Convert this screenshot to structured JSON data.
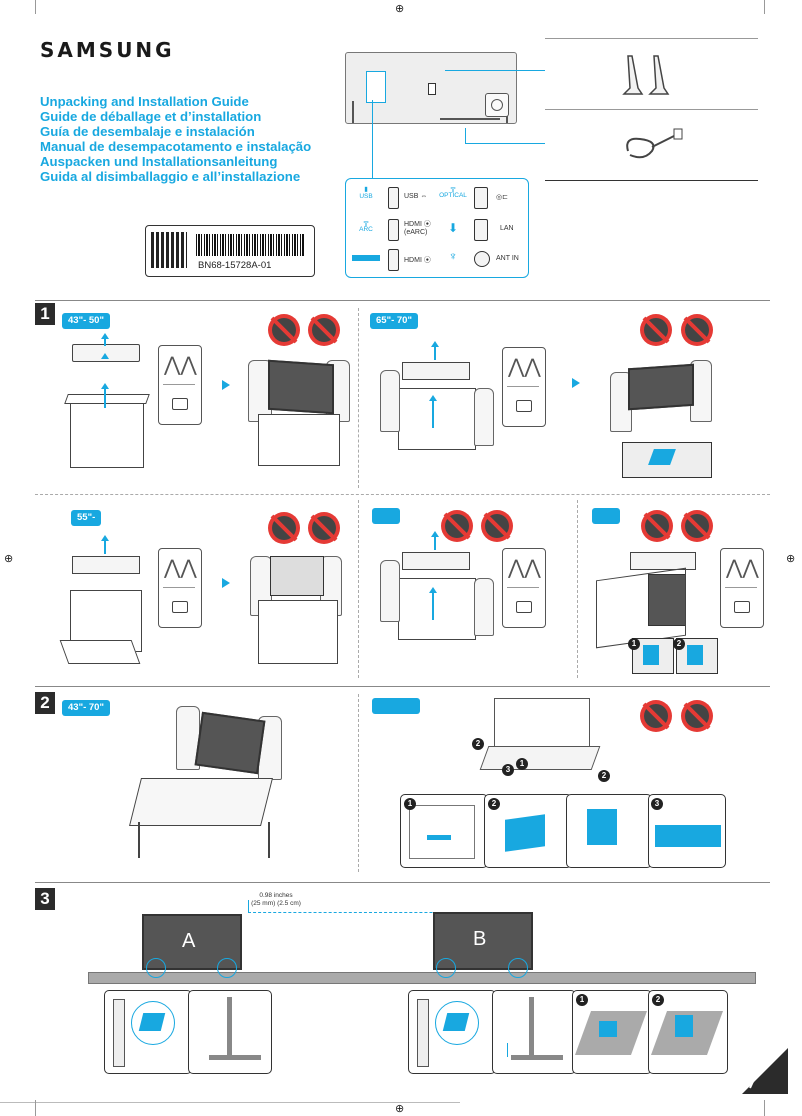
{
  "brand": "SAMSUNG",
  "guide_titles": [
    "Unpacking and Installation Guide",
    "Guide de déballage et d’installation",
    "Guía de desembalaje e instalación",
    "Manual de desempacotamento e instalação",
    "Auspacken und Installationsanleitung",
    "Guida al disimballaggio e all’installazione"
  ],
  "barcode": "BN68-15728A-01",
  "ports": {
    "usb_top": "USB",
    "usb_label": "USB ⇔",
    "optical": "OPTICAL",
    "arc_top": "ARC",
    "hdmi_earc": "HDMI ⦿\n(eARC)",
    "lan": "LAN",
    "hdmi3": "HDMI ⦿",
    "ant": "ANT IN"
  },
  "steps": {
    "s1": "1",
    "s2": "2",
    "s3": "3"
  },
  "size_tags": {
    "t43_50": "43\"- 50\"",
    "t65_70": "65\"- 70\"",
    "t55": "55\"-",
    "t43_70": "43\"- 70\""
  },
  "step3": {
    "measure_line1": "0.98 inches",
    "measure_line2": "(25 mm) (2.5 cm)",
    "label_a": "A",
    "label_b": "B"
  },
  "circle_numbers": [
    "1",
    "2",
    "3"
  ],
  "colors": {
    "accent": "#18a8e0",
    "warning": "#e53a35"
  }
}
